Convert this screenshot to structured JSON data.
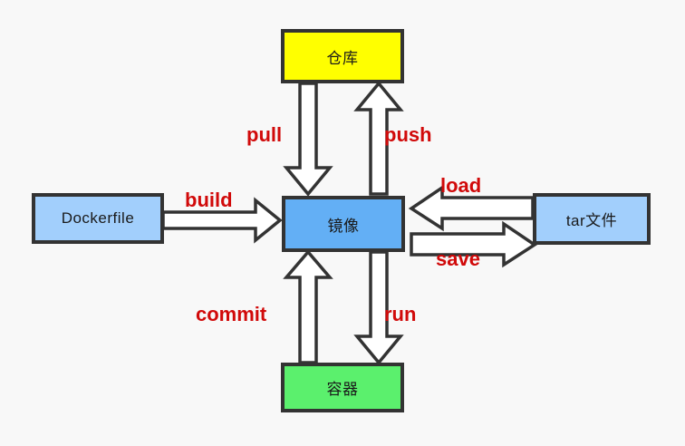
{
  "diagram": {
    "title": "Docker workflow diagram",
    "background_color": "#f8f8f8",
    "nodes": [
      {
        "id": "repo",
        "label": "仓库",
        "color": "#ffff00",
        "border_color": "#333333"
      },
      {
        "id": "image",
        "label": "镜像",
        "color": "#63aff5",
        "border_color": "#333333"
      },
      {
        "id": "dockerfile",
        "label": "Dockerfile",
        "color": "#a2cffc",
        "border_color": "#333333"
      },
      {
        "id": "tarfile",
        "label": "tar文件",
        "color": "#a2cffc",
        "border_color": "#333333"
      },
      {
        "id": "container",
        "label": "容器",
        "color": "#5bf06d",
        "border_color": "#333333"
      }
    ],
    "edges": [
      {
        "id": "pull",
        "label": "pull",
        "from": "repo",
        "to": "image",
        "direction": "down",
        "color": "#d10a0a"
      },
      {
        "id": "push",
        "label": "push",
        "from": "image",
        "to": "repo",
        "direction": "up",
        "color": "#d10a0a"
      },
      {
        "id": "build",
        "label": "build",
        "from": "dockerfile",
        "to": "image",
        "direction": "right",
        "color": "#d10a0a"
      },
      {
        "id": "load",
        "label": "load",
        "from": "tarfile",
        "to": "image",
        "direction": "left",
        "color": "#d10a0a"
      },
      {
        "id": "save",
        "label": "save",
        "from": "image",
        "to": "tarfile",
        "direction": "right",
        "color": "#d10a0a"
      },
      {
        "id": "commit",
        "label": "commit",
        "from": "container",
        "to": "image",
        "direction": "up",
        "color": "#d10a0a"
      },
      {
        "id": "run",
        "label": "run",
        "from": "image",
        "to": "container",
        "direction": "down",
        "color": "#d10a0a"
      }
    ]
  }
}
